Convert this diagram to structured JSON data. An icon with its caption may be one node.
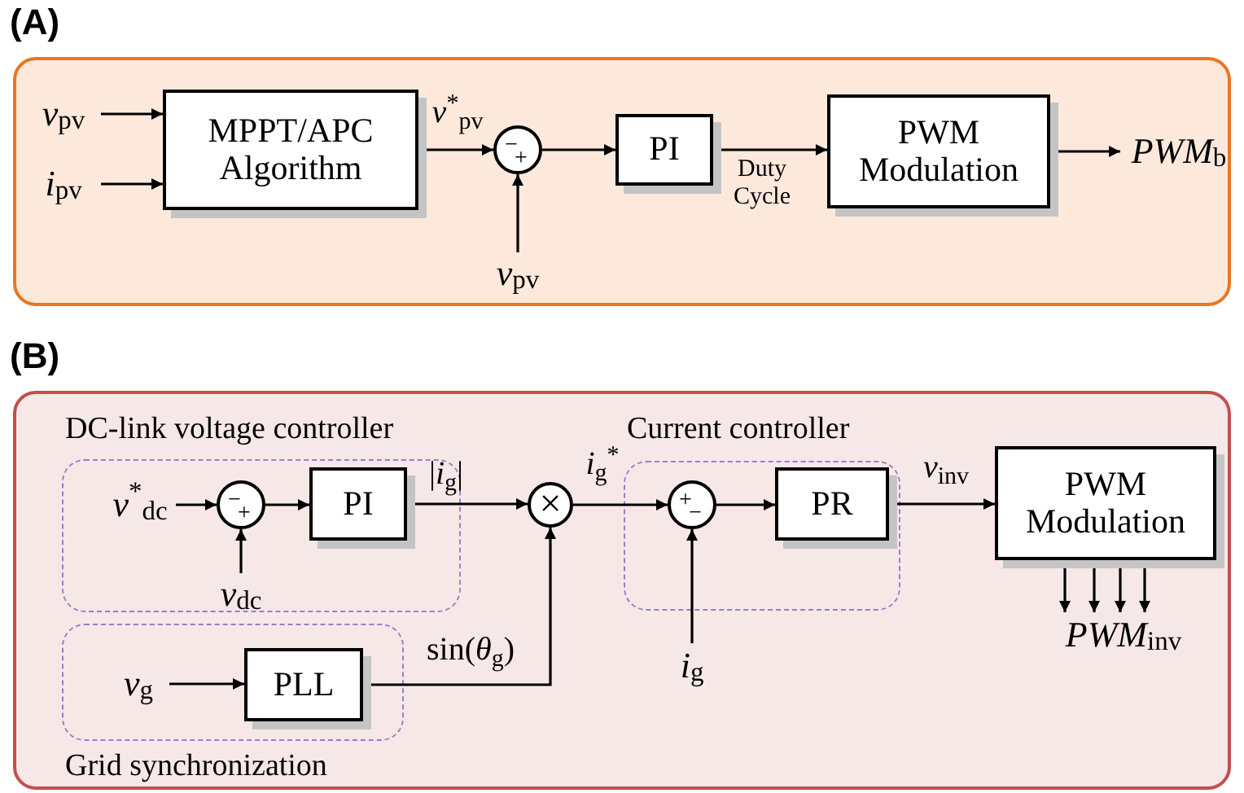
{
  "diagram": {
    "nodes": [
      {
        "text": [
          "(A)"
        ]
      },
      {
        "text": [
          "*v*$_{pv}$"
        ],
        "in": 0
      },
      {
        "text": [
          "*i*$_{pv}$"
        ],
        "in": 0
      },
      {
        "text": [
          "MPPT/APC Algorithm"
        ],
        "in": 0
      },
      {
        "text": [
          "−",
          "+"
        ],
        "in": 0
      },
      {
        "text": [
          "*v*$_{pv}$"
        ],
        "in": 0
      },
      {
        "text": [
          "PI"
        ],
        "in": 0
      },
      {
        "text": [
          "PWM Modulation"
        ],
        "in": 0
      },
      {
        "text": [
          "*PWM*$_{b}$"
        ],
        "in": 0
      },
      {
        "text": [
          "(B)"
        ]
      },
      {
        "text": [
          "DC-link voltage controller"
        ],
        "in": 9
      },
      {
        "text": [
          "*v*$^{*}$$_{dc}$"
        ],
        "in": 10
      },
      {
        "text": [
          "−",
          "+"
        ],
        "in": 10
      },
      {
        "text": [
          "*v*$_{dc}$"
        ],
        "in": 10
      },
      {
        "text": [
          "PI"
        ],
        "in": 10
      },
      {
        "text": [
          "×"
        ],
        "in": 9
      },
      {
        "text": [
          "Grid synchronization"
        ],
        "in": 9
      },
      {
        "text": [
          "*v*$_{g}$"
        ],
        "in": 16
      },
      {
        "text": [
          "PLL"
        ],
        "in": 16
      },
      {
        "text": [
          "Current controller"
        ],
        "in": 9
      },
      {
        "text": [
          "+",
          "−"
        ],
        "in": 19
      },
      {
        "text": [
          "PR"
        ],
        "in": 19
      },
      {
        "text": [
          "*i*$_{g}$"
        ],
        "in": 9
      },
      {
        "text": [
          "PWM Modulation"
        ],
        "in": 9
      },
      {
        "text": [
          "*PWM*$_{inv}$"
        ],
        "in": 9
      }
    ],
    "edges": [
      {
        "from": 1,
        "to": 3,
        "arrow": "to"
      },
      {
        "from": 2,
        "to": 3,
        "arrow": "to"
      },
      {
        "from": 3,
        "to": 4,
        "label": "*v*$^{*}$$_{pv}$",
        "arrow": "to"
      },
      {
        "from": 5,
        "to": 4,
        "arrow": "to"
      },
      {
        "from": 4,
        "to": 6,
        "arrow": "to"
      },
      {
        "from": 6,
        "to": 7,
        "label": "Duty Cycle",
        "arrow": "to"
      },
      {
        "from": 7,
        "to": 8,
        "arrow": "to"
      },
      {
        "from": 11,
        "to": 12,
        "arrow": "to"
      },
      {
        "from": 13,
        "to": 12,
        "arrow": "to"
      },
      {
        "from": 12,
        "to": 14,
        "arrow": "to"
      },
      {
        "from": 14,
        "to": 15,
        "label": "|*i*$_{g}$|",
        "arrow": "to"
      },
      {
        "from": 17,
        "to": 18,
        "arrow": "to"
      },
      {
        "from": 18,
        "to": 15,
        "label": "sin(*θ*$_{g}$)",
        "arrow": "to"
      },
      {
        "from": 15,
        "to": 20,
        "label": "*i*$_{g}$$^{*}$",
        "arrow": "to"
      },
      {
        "from": 22,
        "to": 20,
        "arrow": "to"
      },
      {
        "from": 20,
        "to": 21,
        "arrow": "to"
      },
      {
        "from": 21,
        "to": 23,
        "label": "*v*$_{inv}$",
        "arrow": "to"
      },
      {
        "from": 23,
        "to": 24,
        "arrow": "to"
      },
      {
        "from": 23,
        "to": 24,
        "arrow": "to"
      },
      {
        "from": 23,
        "to": 24,
        "arrow": "to"
      },
      {
        "from": 23,
        "to": 24,
        "arrow": "to"
      }
    ]
  }
}
